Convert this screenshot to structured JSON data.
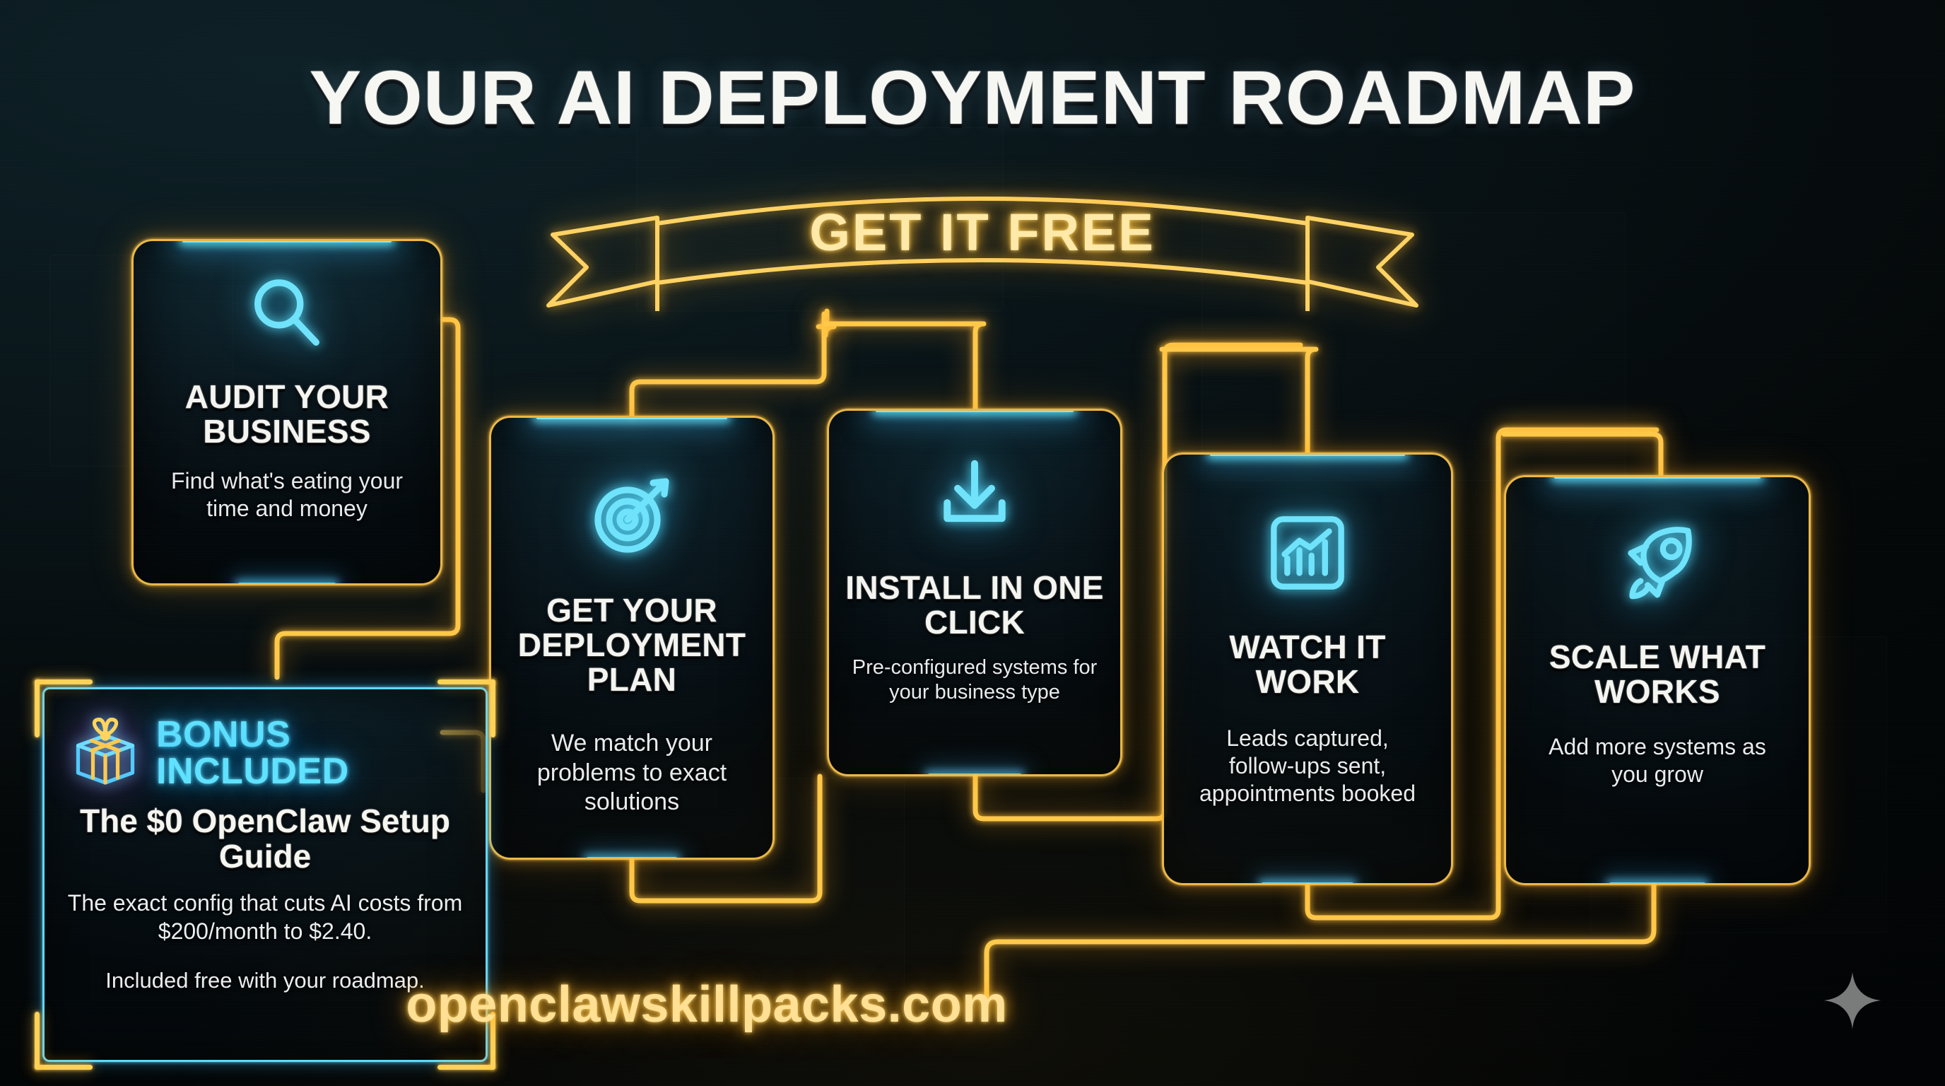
{
  "page": {
    "title": "YOUR AI DEPLOYMENT ROADMAP",
    "url": "openclawskillpacks.com"
  },
  "banner": {
    "label": "GET IT FREE",
    "icon": "ribbon-banner"
  },
  "colors": {
    "gold": "#ffc849",
    "gold_text": "#ffe9a8",
    "cyan": "#6fe3fb",
    "cyan_label": "#5fe2ff",
    "white_text": "#f4f5f0",
    "background": "#020506",
    "url_gold": "#ffdf93",
    "sparkle_gray": "#a8a8a8"
  },
  "steps": [
    {
      "icon": "magnifier-icon",
      "title": "AUDIT YOUR BUSINESS",
      "subtitle": "Find what's eating your time and money"
    },
    {
      "icon": "target-arrow-icon",
      "title": "GET YOUR DEPLOYMENT PLAN",
      "subtitle": "We match your problems to exact solutions"
    },
    {
      "icon": "download-icon",
      "title": "INSTALL IN ONE CLICK",
      "subtitle": "Pre-configured systems for your business type"
    },
    {
      "icon": "bar-chart-trend-icon",
      "title": "WATCH IT WORK",
      "subtitle": "Leads captured, follow-ups sent, appointments booked"
    },
    {
      "icon": "rocket-icon",
      "title": "SCALE WHAT WORKS",
      "subtitle": "Add more systems as you grow"
    }
  ],
  "bonus": {
    "icon": "gift-box-icon",
    "label": "BONUS INCLUDED",
    "title": "The $0 OpenClaw Setup Guide",
    "description": "The exact config that cuts AI costs from $200/month to $2.40.",
    "note": "Included free with your roadmap."
  },
  "watermark": {
    "icon": "four-point-sparkle-icon"
  }
}
